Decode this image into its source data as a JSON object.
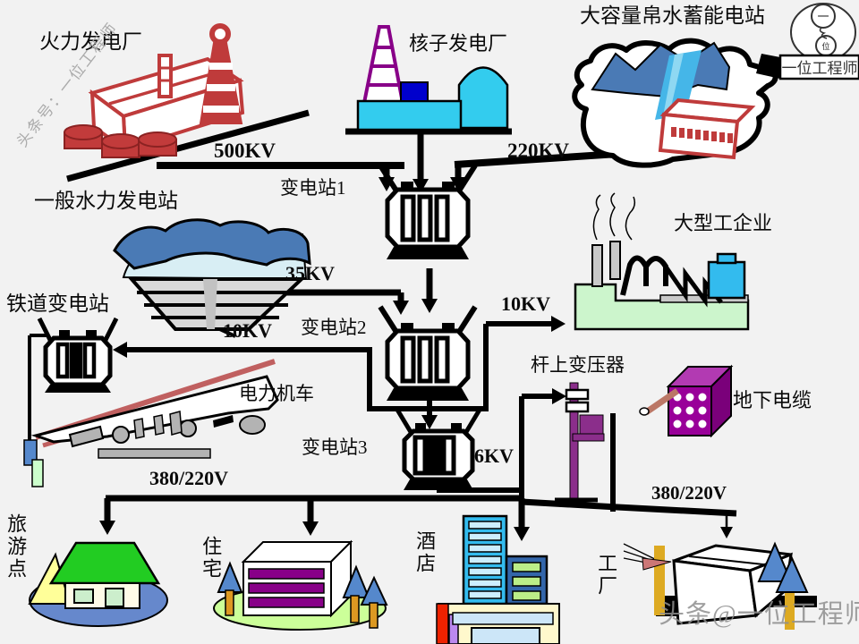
{
  "plants": {
    "thermal": "火力发电厂",
    "nuclear": "核子发电厂",
    "pumped_storage": "大容量帛水蓄能电站",
    "hydro": "一般水力发电站"
  },
  "substations": {
    "sub1": "变电站1",
    "sub2": "变电站2",
    "sub3": "变电站3",
    "railway": "铁道变电站",
    "pole_transformer": "杆上变压器"
  },
  "consumers": {
    "industry": "大型工企业",
    "locomotive": "电力机车",
    "underground_cable": "地下电缆",
    "tourist_spot": "旅游点",
    "residence": "住宅",
    "hotel": "酒店",
    "factory": "工厂"
  },
  "voltages": {
    "v500kv": "500KV",
    "v220kv": "220KV",
    "v35kv": "35KV",
    "v10kv_dam": "10KV",
    "v10kv_industry": "10KV",
    "v6kv": "6KV",
    "v380_left": "380/220V",
    "v380_right": "380/220V"
  },
  "watermarks": {
    "top_left": "头条号：一位工程师",
    "bottom_right": "头条@一位工程师",
    "logo_badge": "一位工程师",
    "logo_char_top": "一",
    "logo_char_bottom": "位"
  },
  "colors": {
    "background": "#f2f2f2",
    "line_black": "#000000",
    "thermal_red": "#bf3b3b",
    "tank_red": "#c23b3b",
    "nuclear_purple": "#880088",
    "cyan_building": "#33ccee",
    "deep_blue_box": "#0000cc",
    "mountain_blue": "#4a7ab5",
    "waterfall_cyan": "#45b6e8",
    "pale_water": "#d8eef4",
    "dam_gray": "#d9d9d9",
    "industry_green": "#ccf5cc",
    "industry_tank_cyan": "#33bbee",
    "catenary_red": "#c06060",
    "train_gray": "#b3b3b3",
    "pole_purple": "#8b2e8b",
    "cable_box_purple": "#990099",
    "cable_wire_brown": "#bb7766",
    "roof_green": "#22cc22",
    "house_cream": "#fffbe8",
    "tent_yellow": "#ffff99",
    "tourist_ellipse_blue": "#6688cc",
    "lawn_green": "#ccff99",
    "window_purple": "#880088",
    "tree_blue": "#5588cc",
    "trunk_orange": "#dd9922",
    "hotel_stripe_pale": "#cceeff",
    "hotel_dark_blue": "#3366aa",
    "hotel_green_stripe": "#bbee88",
    "hotel_base_cream": "#fff8cc",
    "hotel_red_bar": "#ee2200",
    "hotel_violet_bar": "#bb88ee",
    "hotel_window_blue": "#cce6f8",
    "factory_gold": "#ddaa22",
    "watermark_gray": "#8f8f8f"
  }
}
